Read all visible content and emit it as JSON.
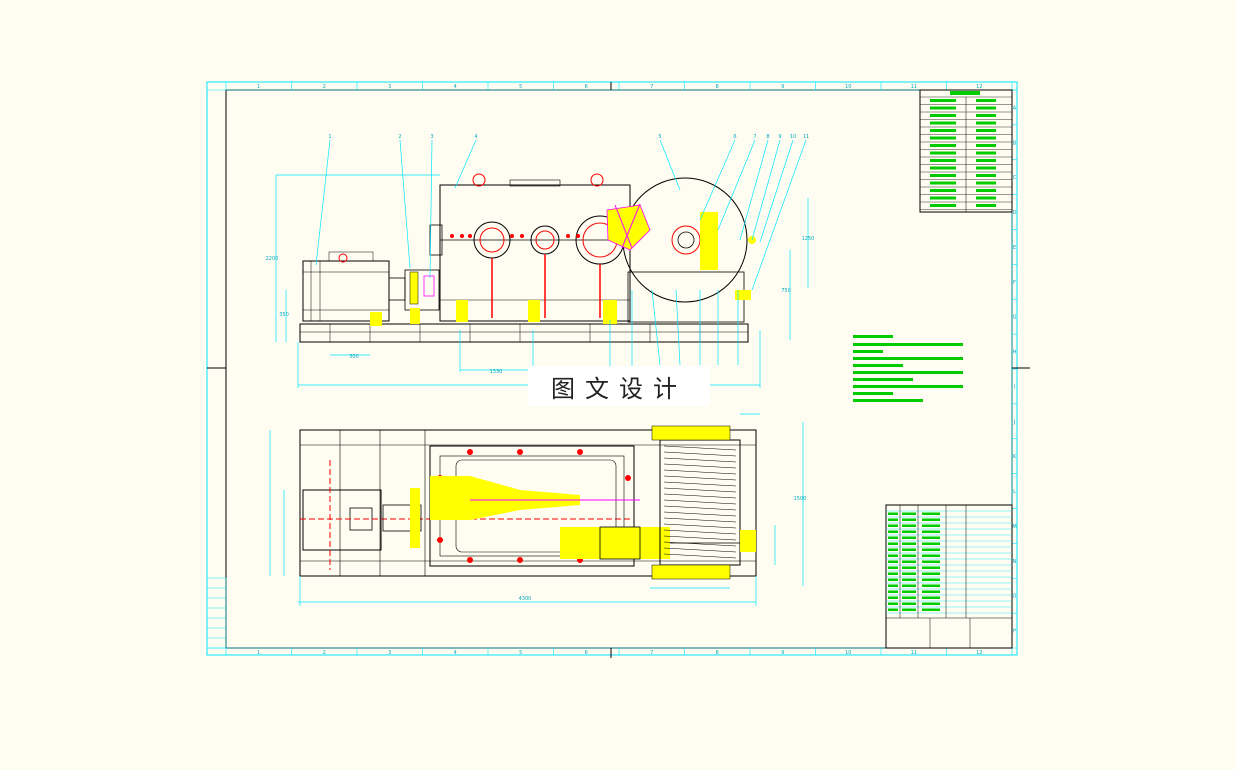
{
  "watermark": "图文设计",
  "colors": {
    "background": "#fffdf1",
    "frame": "#00e5ff",
    "outline": "#000000",
    "dims": "#00e5ff",
    "highlight": "#ffff00",
    "centerline": "#ff0000",
    "notes": "#00ff00",
    "seals": "#ff00ff"
  },
  "border_columns": [
    "1",
    "2",
    "3",
    "4",
    "5",
    "6",
    "7",
    "8",
    "9",
    "10",
    "11",
    "12"
  ],
  "border_rows": [
    "A",
    "B",
    "C",
    "D",
    "E",
    "F",
    "G",
    "H",
    "I",
    "J",
    "K",
    "L",
    "M",
    "N",
    "O",
    "P"
  ],
  "balloons_top": [
    "1",
    "2",
    "3",
    "4",
    "5",
    "6",
    "7",
    "8",
    "9",
    "10",
    "11"
  ],
  "dimensions": [
    "1330",
    "2200",
    "1250",
    "4300",
    "1500",
    "350",
    "300",
    "750"
  ]
}
